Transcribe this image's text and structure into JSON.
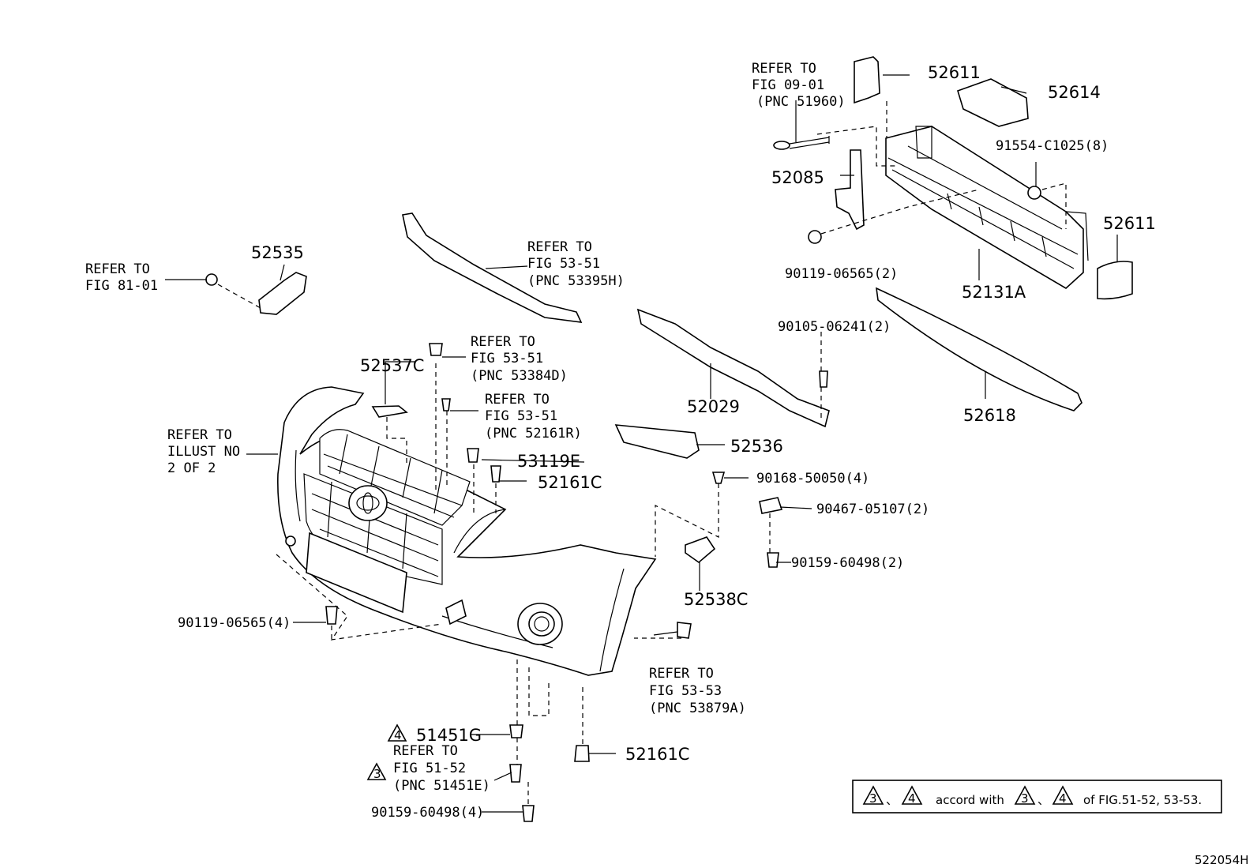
{
  "illustration_id": "522054H",
  "refer_notes": {
    "fig_09_01": [
      "REFER TO",
      "FIG 09-01",
      "(PNC 51960)"
    ],
    "fig_81_01": [
      "REFER TO",
      "FIG 81-01"
    ],
    "fig_53_51_a": [
      "REFER TO",
      "FIG 53-51",
      "(PNC 53395H)"
    ],
    "fig_53_51_b": [
      "REFER TO",
      "FIG 53-51",
      "(PNC 53384D)"
    ],
    "fig_53_51_c": [
      "REFER TO",
      "FIG 53-51",
      "(PNC 52161R)"
    ],
    "illust_no": [
      "REFER TO",
      "ILLUST NO",
      "2 OF 2"
    ],
    "fig_53_53": [
      "REFER TO",
      "FIG 53-53",
      "(PNC 53879A)"
    ],
    "fig_51_52": [
      "REFER TO",
      "FIG 51-52",
      "(PNC 51451E)"
    ]
  },
  "parts": {
    "p52611_top": "52611",
    "p52614": "52614",
    "p91554": "91554-C1025(8)",
    "p52085": "52085",
    "p52611_right": "52611",
    "p90119_top": "90119-06565(2)",
    "p52131a": "52131A",
    "p52535": "52535",
    "p90105": "90105-06241(2)",
    "p52537c": "52537C",
    "p52029": "52029",
    "p52618": "52618",
    "p52536": "52536",
    "p53119e": "53119E",
    "p52161c_top": "52161C",
    "p90168": "90168-50050(4)",
    "p90467": "90467-05107(2)",
    "p90159_mid": "90159-60498(2)",
    "p52538c": "52538C",
    "p90119_left": "90119-06565(4)",
    "p51451g": "51451G",
    "p52161c_bottom": "52161C",
    "p90159_bottom": "90159-60498(4)"
  },
  "markers": {
    "three": "3",
    "four": "4",
    "separator": "、"
  },
  "note_box": {
    "accord_text": "accord with",
    "fig_text": "of FIG.51-52, 53-53."
  }
}
